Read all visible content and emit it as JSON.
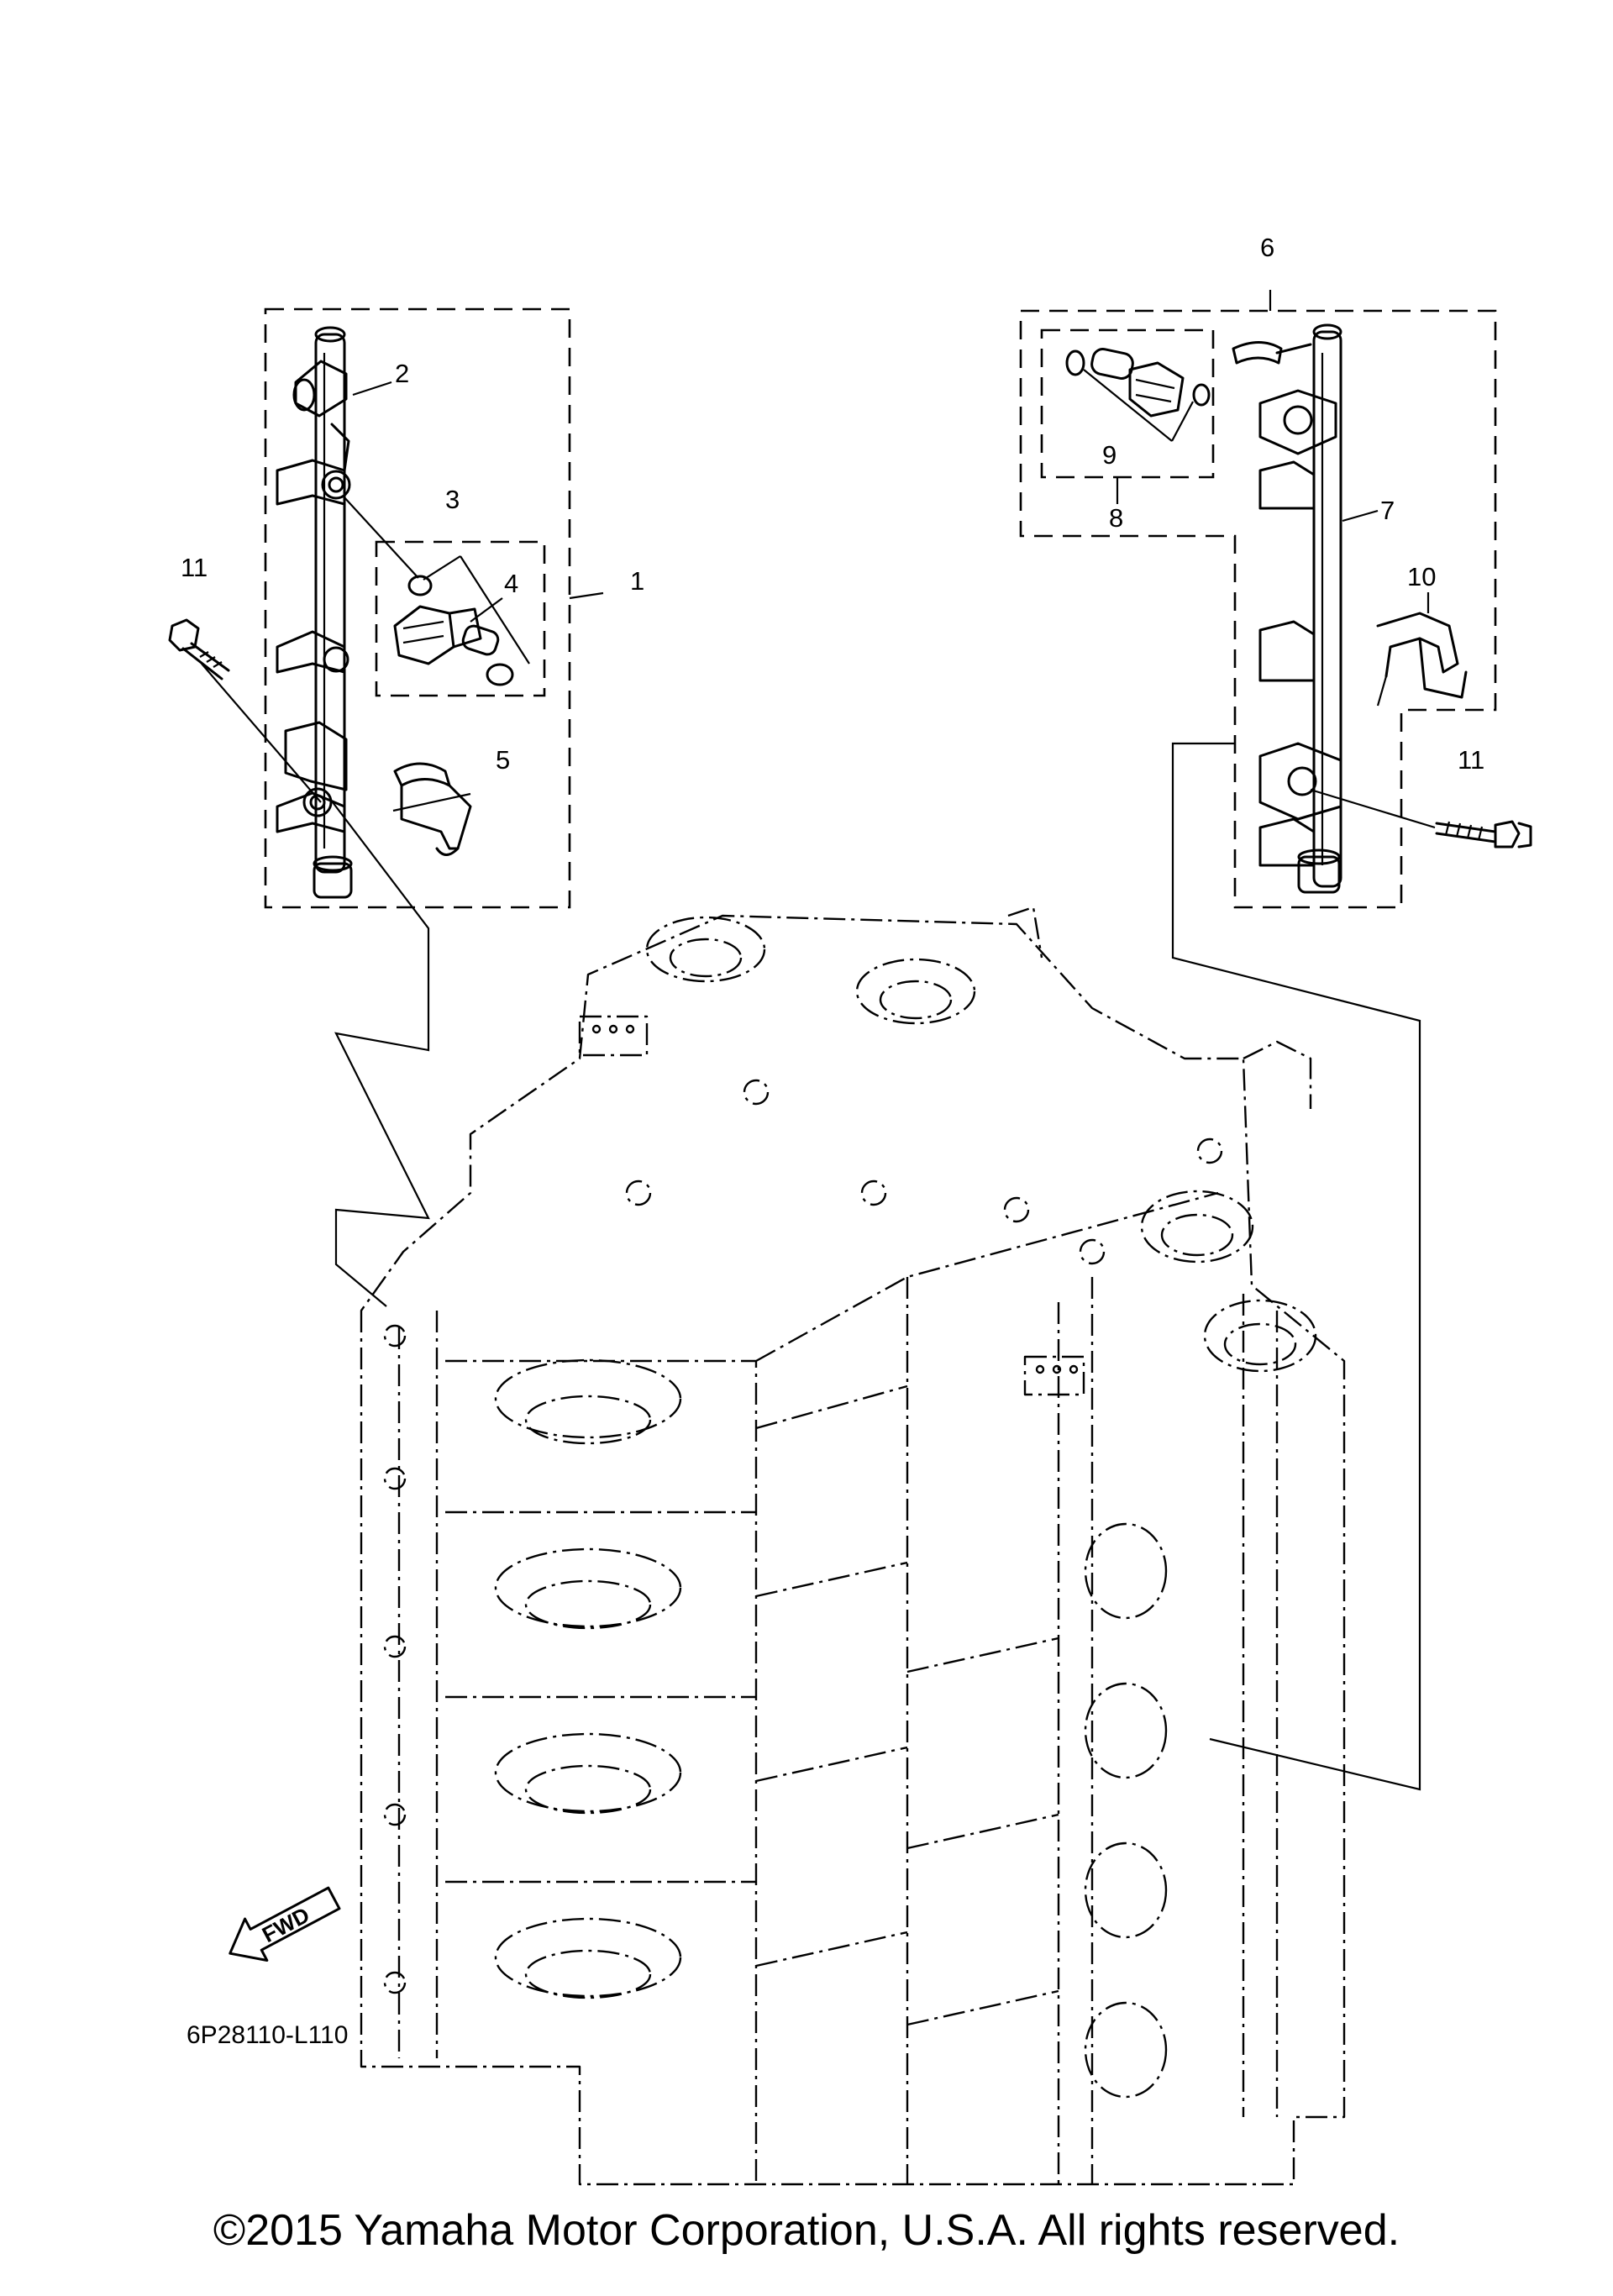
{
  "callouts": {
    "c1": "1",
    "c2": "2",
    "c3": "3",
    "c4": "4",
    "c5": "5",
    "c6": "6",
    "c7": "7",
    "c8": "8",
    "c9": "9",
    "c10": "10",
    "c11a": "11",
    "c11b": "11"
  },
  "diagram_code": "6P28110-L110",
  "fwd_label": "FWD",
  "copyright": "©2015 Yamaha Motor Corporation, U.S.A. All rights reserved."
}
